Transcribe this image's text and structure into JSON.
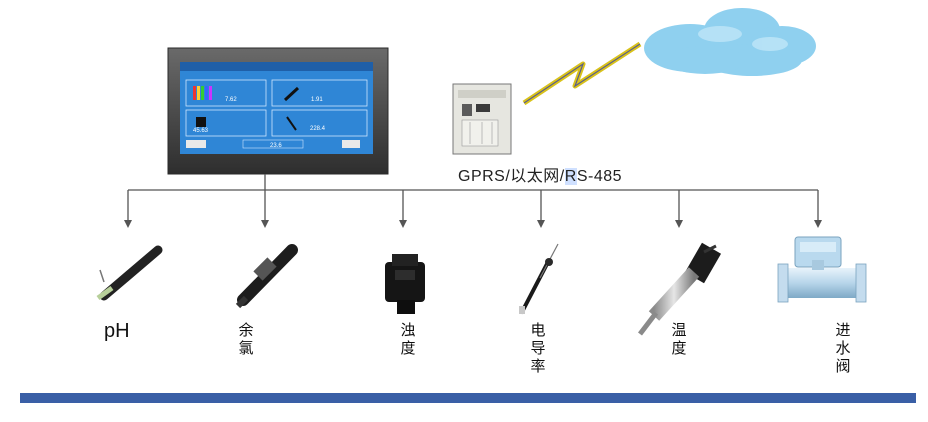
{
  "gateway": {
    "label_pre": "GPRS/以太网/",
    "label_hl": "R",
    "label_post": "S-485"
  },
  "hmi": {
    "cells": [
      {
        "value": "7.62"
      },
      {
        "value": "1.91"
      },
      {
        "value": "45.63"
      },
      {
        "value": "228.4"
      }
    ],
    "bottom_value": "23.6"
  },
  "sensors": [
    {
      "label": "pH"
    },
    {
      "label": "余\n氯"
    },
    {
      "label": "浊\n度"
    },
    {
      "label": "电\n导\n率"
    },
    {
      "label": "温\n度"
    },
    {
      "label": "进\n水\n阀"
    }
  ],
  "colors": {
    "screen_blue": "#2f86d6",
    "bezel": "#4a4a4a",
    "cloud": "#8fd0ef",
    "footer": "#3a5fa6",
    "lightning": "#d9c21a"
  }
}
